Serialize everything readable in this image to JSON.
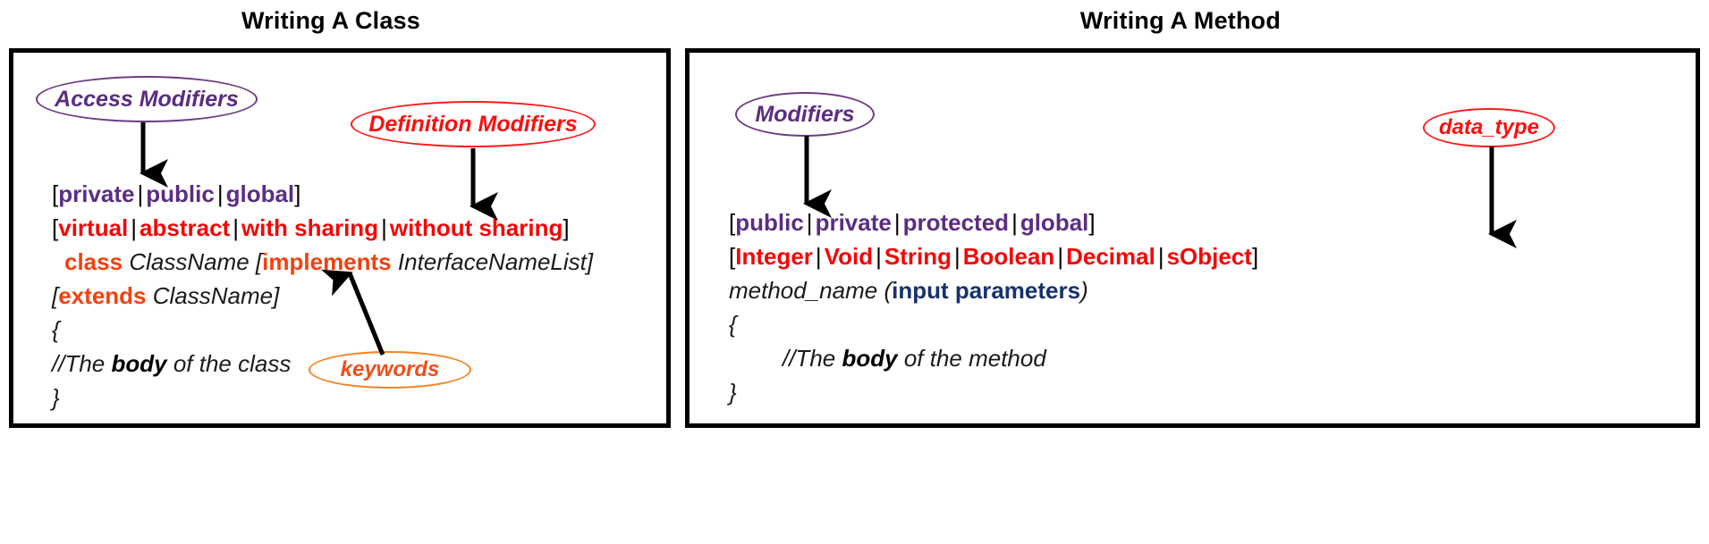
{
  "page": {
    "background": "#ffffff",
    "accent_purple": "#5b2d82",
    "accent_red": "#f40606",
    "accent_orange": "#f2410f",
    "accent_navy": "#17326b"
  },
  "panels": [
    {
      "title": "Writing A Class",
      "callouts": [
        {
          "label": "Access Modifiers",
          "style": "purple"
        },
        {
          "label": "Definition Modifiers",
          "style": "red"
        },
        {
          "label": "keywords",
          "style": "orange"
        }
      ],
      "code_lines": [
        {
          "tokens": [
            {
              "t": "[",
              "c": "brk"
            },
            {
              "t": "private",
              "c": "purple"
            },
            {
              "t": "|",
              "c": "pipe"
            },
            {
              "t": "public",
              "c": "purple"
            },
            {
              "t": "|",
              "c": "pipe"
            },
            {
              "t": "global",
              "c": "purple"
            },
            {
              "t": "]",
              "c": "brk"
            }
          ]
        },
        {
          "tokens": [
            {
              "t": "[",
              "c": "brk"
            },
            {
              "t": "virtual",
              "c": "red"
            },
            {
              "t": "|",
              "c": "pipe"
            },
            {
              "t": "abstract",
              "c": "red"
            },
            {
              "t": "|",
              "c": "pipe"
            },
            {
              "t": "with sharing",
              "c": "red"
            },
            {
              "t": "|",
              "c": "pipe"
            },
            {
              "t": "without sharing",
              "c": "red"
            },
            {
              "t": "]",
              "c": "brk"
            }
          ]
        },
        {
          "tokens": [
            {
              "t": "class",
              "c": "orange"
            },
            {
              "t": " ",
              "c": "brk"
            },
            {
              "t": "ClassName",
              "c": "ital"
            },
            {
              "t": " ",
              "c": "brk"
            },
            {
              "t": "[",
              "c": "ital"
            },
            {
              "t": "implements",
              "c": "orange"
            },
            {
              "t": " ",
              "c": "brk"
            },
            {
              "t": "InterfaceNameList]",
              "c": "ital"
            }
          ]
        },
        {
          "tokens": [
            {
              "t": "[",
              "c": "ital"
            },
            {
              "t": "extends",
              "c": "orange"
            },
            {
              "t": " ",
              "c": "brk"
            },
            {
              "t": "ClassName]",
              "c": "ital"
            }
          ]
        },
        {
          "tokens": [
            {
              "t": "{",
              "c": "ital"
            }
          ]
        },
        {
          "tokens": [
            {
              "t": "//The ",
              "c": "ital"
            },
            {
              "t": "body",
              "c": "italb"
            },
            {
              "t": " of the class",
              "c": "ital"
            }
          ]
        },
        {
          "tokens": [
            {
              "t": "}",
              "c": "ital"
            }
          ]
        }
      ]
    },
    {
      "title": "Writing A Method",
      "callouts": [
        {
          "label": "Modifiers",
          "style": "purple"
        },
        {
          "label": "data_type",
          "style": "red"
        }
      ],
      "code_lines": [
        {
          "tokens": [
            {
              "t": "[",
              "c": "brk"
            },
            {
              "t": "public",
              "c": "purple"
            },
            {
              "t": "|",
              "c": "pipe"
            },
            {
              "t": "private",
              "c": "purple"
            },
            {
              "t": "|",
              "c": "pipe"
            },
            {
              "t": "protected",
              "c": "purple"
            },
            {
              "t": "|",
              "c": "pipe"
            },
            {
              "t": "global",
              "c": "purple"
            },
            {
              "t": "]",
              "c": "brk"
            }
          ]
        },
        {
          "tokens": [
            {
              "t": "[",
              "c": "brk"
            },
            {
              "t": "Integer",
              "c": "red"
            },
            {
              "t": "|",
              "c": "pipe"
            },
            {
              "t": "Void",
              "c": "red"
            },
            {
              "t": "|",
              "c": "pipe"
            },
            {
              "t": "String",
              "c": "red"
            },
            {
              "t": "|",
              "c": "pipe"
            },
            {
              "t": "Boolean",
              "c": "red"
            },
            {
              "t": "|",
              "c": "pipe"
            },
            {
              "t": "Decimal",
              "c": "red"
            },
            {
              "t": "|",
              "c": "pipe"
            },
            {
              "t": "sObject",
              "c": "red"
            },
            {
              "t": "]",
              "c": "brk"
            }
          ]
        },
        {
          "tokens": [
            {
              "t": "method_name",
              "c": "ital"
            },
            {
              "t": " (",
              "c": "ital"
            },
            {
              "t": "input parameters",
              "c": "navy"
            },
            {
              "t": ")",
              "c": "ital"
            }
          ]
        },
        {
          "tokens": [
            {
              "t": "{",
              "c": "ital"
            }
          ]
        },
        {
          "tokens": [
            {
              "t": "//The ",
              "c": "ital"
            },
            {
              "t": "body",
              "c": "italb"
            },
            {
              "t": " of the method",
              "c": "ital"
            }
          ]
        },
        {
          "tokens": [
            {
              "t": "}",
              "c": "ital"
            }
          ]
        }
      ]
    }
  ]
}
